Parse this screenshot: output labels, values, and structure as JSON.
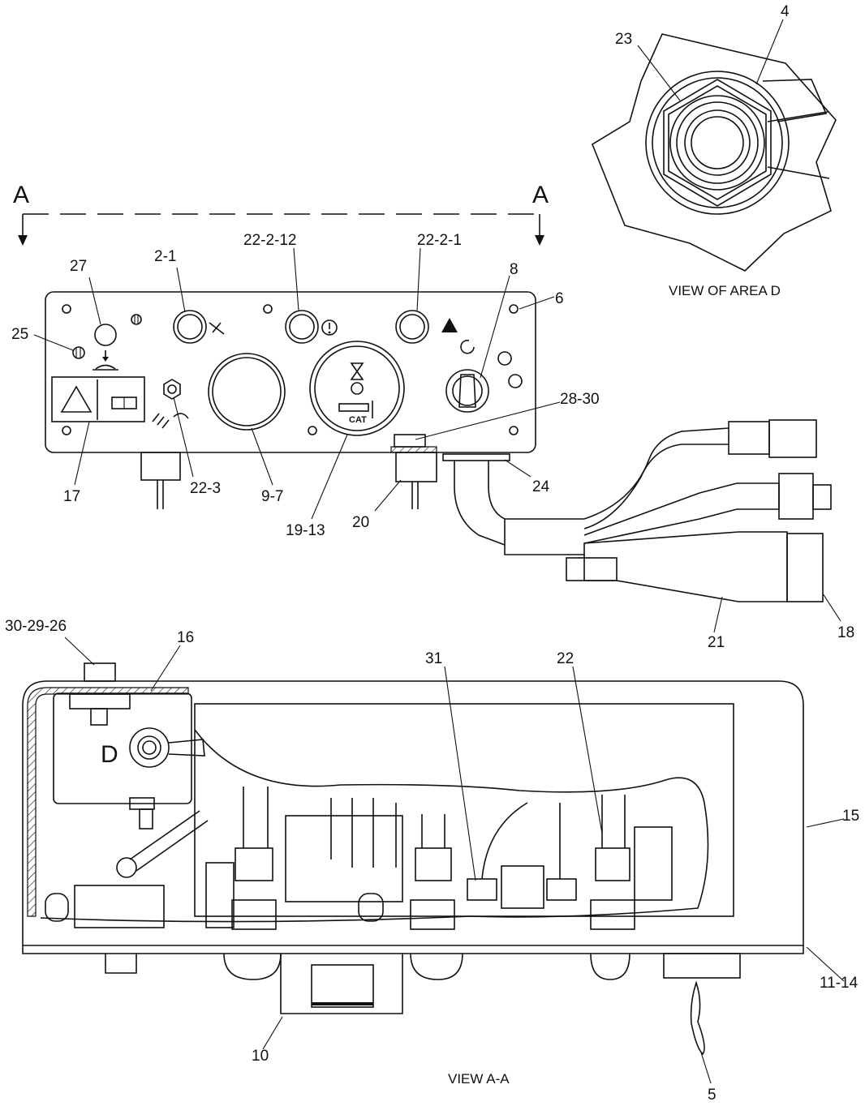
{
  "section_markers": {
    "left": "A",
    "right": "A"
  },
  "captions": {
    "view_d": "VIEW OF AREA  D",
    "view_aa": "VIEW  A-A"
  },
  "area_marker": "D",
  "panel_logo": "CAT",
  "callouts": [
    {
      "id": "c4",
      "text": "4"
    },
    {
      "id": "c23",
      "text": "23"
    },
    {
      "id": "c27",
      "text": "27"
    },
    {
      "id": "c2-1",
      "text": "2-1"
    },
    {
      "id": "c22-2-12",
      "text": "22-2-12"
    },
    {
      "id": "c22-2-1",
      "text": "22-2-1"
    },
    {
      "id": "c8",
      "text": "8"
    },
    {
      "id": "c6",
      "text": "6"
    },
    {
      "id": "c25",
      "text": "25"
    },
    {
      "id": "c28-30",
      "text": "28-30"
    },
    {
      "id": "c17",
      "text": "17"
    },
    {
      "id": "c22-3",
      "text": "22-3"
    },
    {
      "id": "c9-7",
      "text": "9-7"
    },
    {
      "id": "c19-13",
      "text": "19-13"
    },
    {
      "id": "c20",
      "text": "20"
    },
    {
      "id": "c24",
      "text": "24"
    },
    {
      "id": "c21",
      "text": "21"
    },
    {
      "id": "c18",
      "text": "18"
    },
    {
      "id": "c30-29-26",
      "text": "30-29-26"
    },
    {
      "id": "c16",
      "text": "16"
    },
    {
      "id": "c31",
      "text": "31"
    },
    {
      "id": "c22",
      "text": "22"
    },
    {
      "id": "c15",
      "text": "15"
    },
    {
      "id": "c11-14",
      "text": "11-14"
    },
    {
      "id": "c10",
      "text": "10"
    },
    {
      "id": "c5",
      "text": "5"
    }
  ]
}
